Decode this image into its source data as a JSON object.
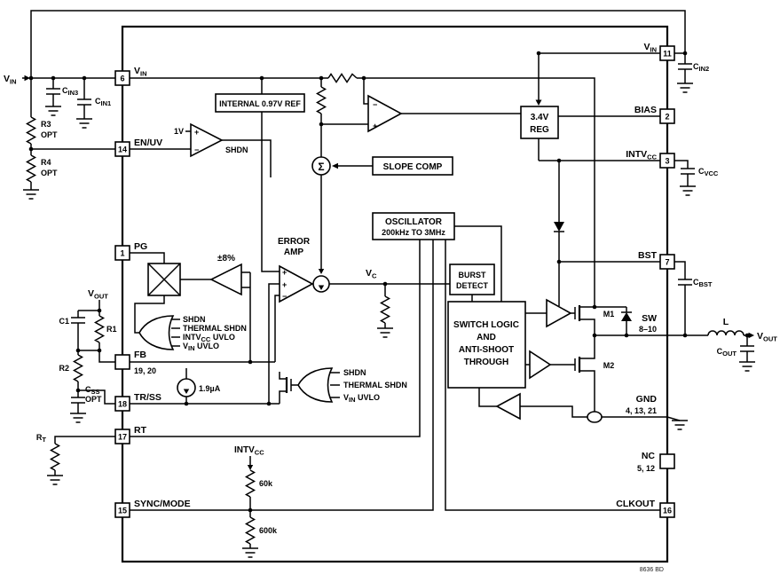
{
  "title_note": "8636 BD",
  "pins": {
    "vin6": {
      "num": "6"
    },
    "enuv": {
      "num": "14",
      "label": "EN/UV"
    },
    "pg": {
      "num": "1",
      "label": "PG"
    },
    "fb": {
      "label": "FB",
      "nums": "19, 20"
    },
    "trss": {
      "num": "18",
      "label": "TR/SS"
    },
    "rt": {
      "num": "17",
      "label": "RT"
    },
    "sync": {
      "num": "15",
      "label": "SYNC/MODE"
    },
    "vin11": {
      "num": "11"
    },
    "bias": {
      "num": "2",
      "label": "BIAS"
    },
    "intvcc": {
      "num": "3"
    },
    "bst": {
      "num": "7",
      "label": "BST"
    },
    "sw": {
      "label": "SW",
      "nums": "8–10"
    },
    "gnd": {
      "label": "GND",
      "nums": "4, 13, 21"
    },
    "nc": {
      "label": "NC",
      "nums": "5, 12"
    },
    "clkout": {
      "num": "16",
      "label": "CLKOUT"
    }
  },
  "rails": {
    "vin": {
      "t": "V",
      "s": "IN"
    },
    "vout": {
      "t": "V",
      "s": "OUT"
    },
    "intvcc": {
      "t": "INTV",
      "s": "CC"
    },
    "vc": {
      "t": "V",
      "s": "C"
    }
  },
  "blocks": {
    "ref": "INTERNAL 0.97V REF",
    "slope": "SLOPE COMP",
    "osc_l1": "OSCILLATOR",
    "osc_l2": "200kHz TO 3MHz",
    "burst_l1": "BURST",
    "burst_l2": "DETECT",
    "logic_l1": "SWITCH LOGIC",
    "logic_l2": "AND",
    "logic_l3": "ANTI-SHOOT",
    "logic_l4": "THROUGH",
    "reg_l1": "3.4V",
    "reg_l2": "REG",
    "erramp_l1": "ERROR",
    "erramp_l2": "AMP",
    "window": "±8%",
    "en_ref": "1V",
    "sigma": "Σ"
  },
  "signals": {
    "shdn": "SHDN",
    "thermal_shdn": "THERMAL SHDN",
    "intvcc_uvlo": {
      "t": "INTV",
      "s": "CC",
      "t2": " UVLO"
    },
    "vin_uvlo": {
      "t": "V",
      "s": "IN",
      "t2": " UVLO"
    },
    "iss": "1.9µA",
    "plus": "+",
    "minus": "−",
    "m1": "M1",
    "m2": "M2",
    "r60k": "60k",
    "r600k": "600k"
  },
  "external": {
    "cin1": {
      "t": "C",
      "s": "IN1"
    },
    "cin2": {
      "t": "C",
      "s": "IN2"
    },
    "cin3": {
      "t": "C",
      "s": "IN3"
    },
    "cvcc": {
      "t": "C",
      "s": "VCC"
    },
    "cbst": {
      "t": "C",
      "s": "BST"
    },
    "cout": {
      "t": "C",
      "s": "OUT"
    },
    "css": {
      "t": "C",
      "s": "SS"
    },
    "c1": "C1",
    "r1": "R1",
    "r2": "R2",
    "r3": "R3",
    "r4": "R4",
    "rt": {
      "t": "R",
      "s": "T"
    },
    "l": "L",
    "opt": "OPT"
  }
}
